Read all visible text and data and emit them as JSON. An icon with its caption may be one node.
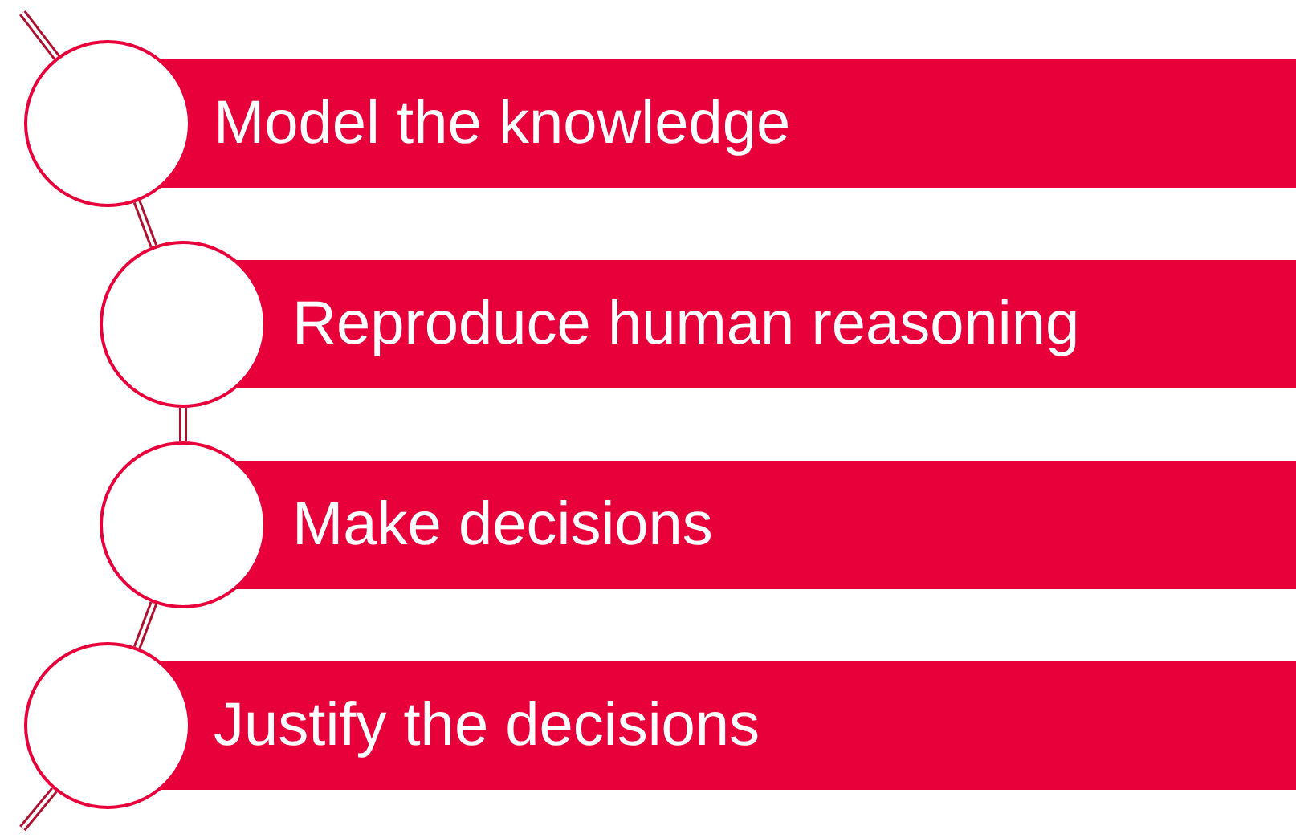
{
  "diagram": {
    "nodes": [
      {
        "text": [],
        "shape": "circle"
      },
      {
        "text": [
          "Model the knowledge"
        ]
      },
      {
        "text": [],
        "shape": "circle"
      },
      {
        "text": [
          "Reproduce human reasoning"
        ]
      },
      {
        "text": [],
        "shape": "circle"
      },
      {
        "text": [
          "Make decisions"
        ]
      },
      {
        "text": [],
        "shape": "circle"
      },
      {
        "text": [
          "Justify the decisions"
        ]
      }
    ],
    "edges": [
      {
        "from": null,
        "to": 0,
        "arrow": "none"
      },
      {
        "from": 0,
        "to": 2,
        "arrow": "none"
      },
      {
        "from": 2,
        "to": 4,
        "arrow": "none"
      },
      {
        "from": 4,
        "to": 6,
        "arrow": "none"
      },
      {
        "from": 6,
        "to": null,
        "arrow": "none"
      }
    ]
  }
}
